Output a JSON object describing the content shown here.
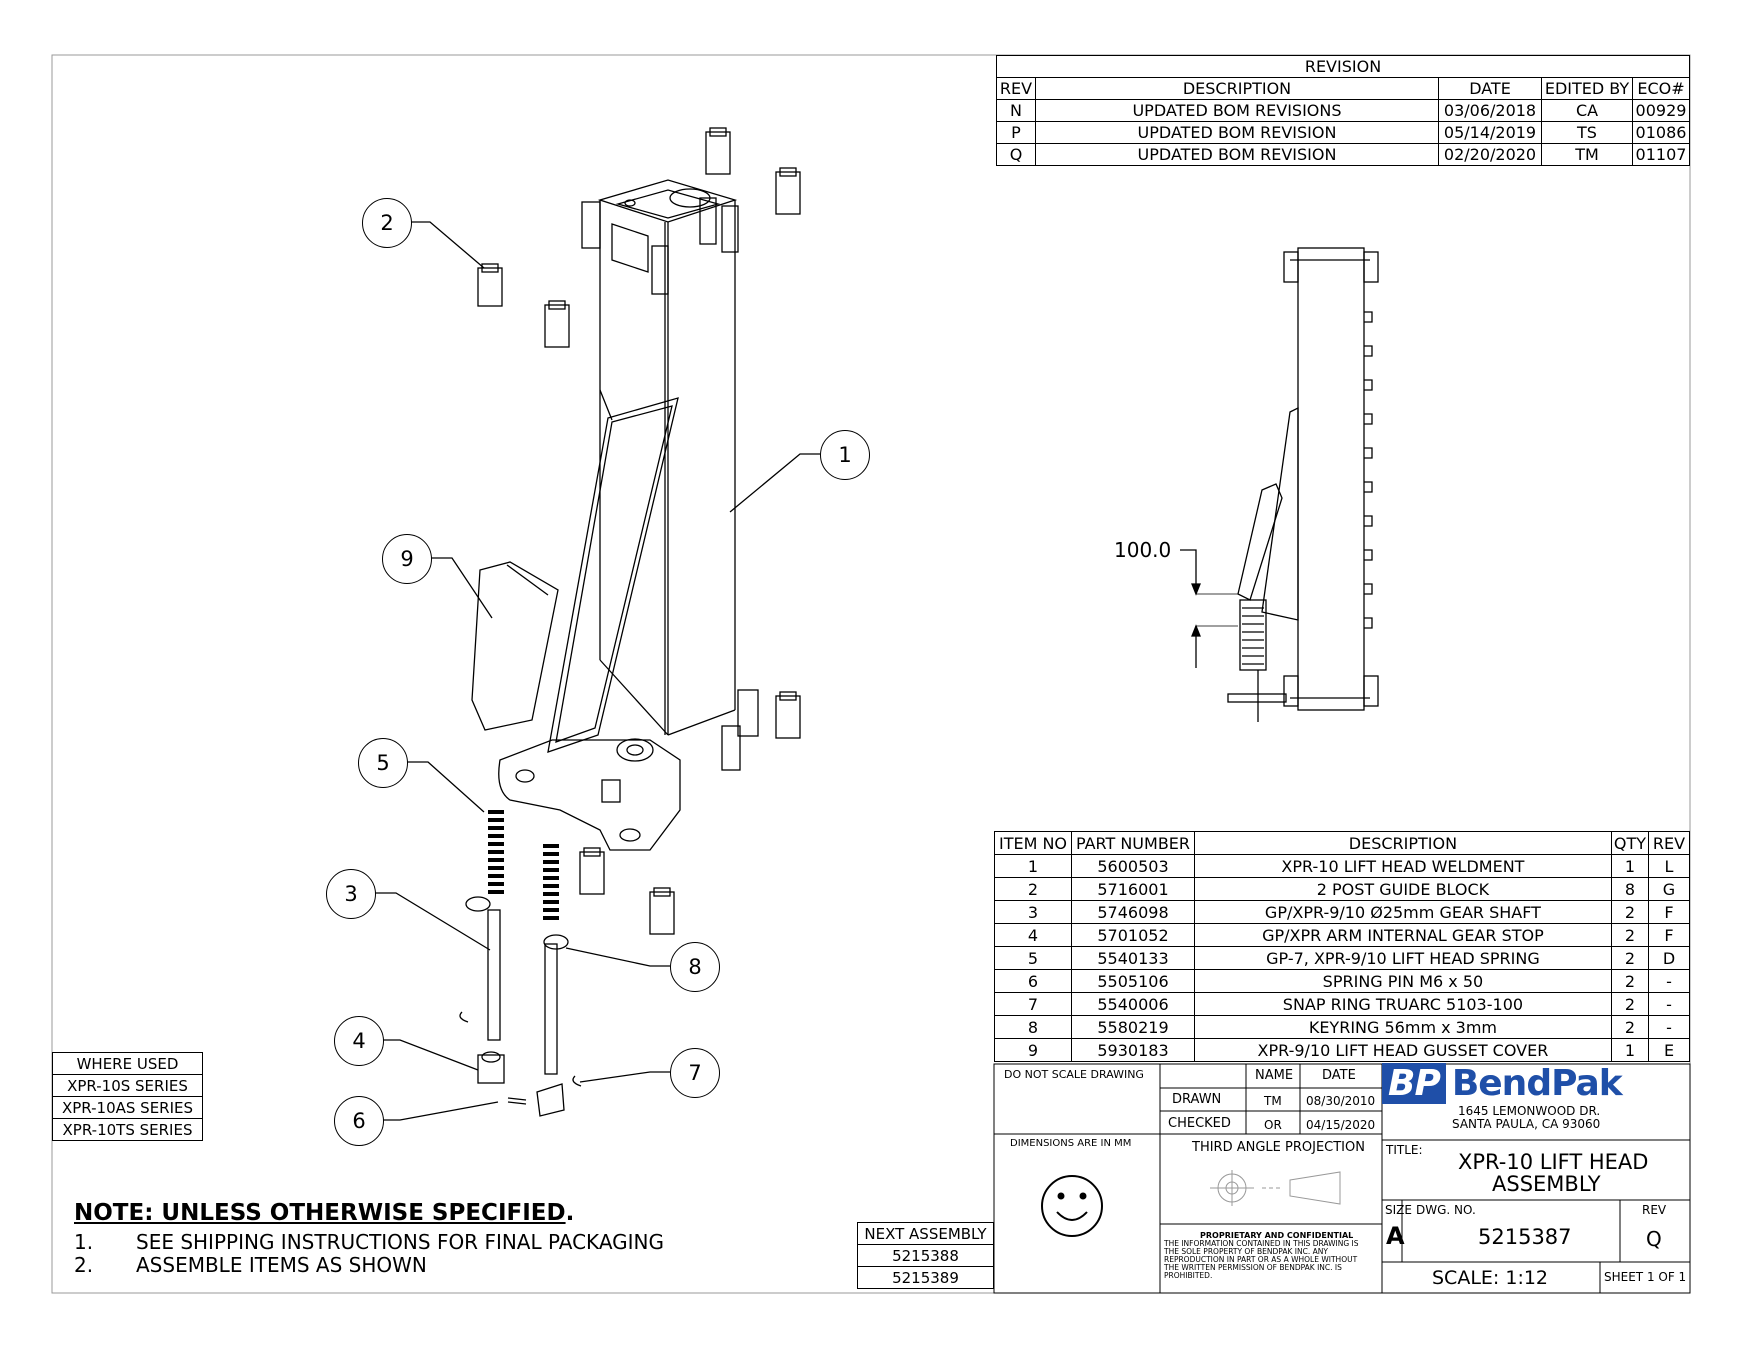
{
  "revision_table": {
    "title": "REVISION",
    "headers": [
      "REV",
      "DESCRIPTION",
      "DATE",
      "EDITED BY",
      "ECO#"
    ],
    "rows": [
      [
        "N",
        "UPDATED BOM REVISIONS",
        "03/06/2018",
        "CA",
        "00929"
      ],
      [
        "P",
        "UPDATED BOM REVISION",
        "05/14/2019",
        "TS",
        "01086"
      ],
      [
        "Q",
        "UPDATED BOM REVISION",
        "02/20/2020",
        "TM",
        "01107"
      ]
    ]
  },
  "bom_table": {
    "headers": [
      "ITEM NO",
      "PART NUMBER",
      "DESCRIPTION",
      "QTY",
      "REV"
    ],
    "rows": [
      [
        "1",
        "5600503",
        "XPR-10 LIFT HEAD WELDMENT",
        "1",
        "L"
      ],
      [
        "2",
        "5716001",
        "2 POST GUIDE BLOCK",
        "8",
        "G"
      ],
      [
        "3",
        "5746098",
        "GP/XPR-9/10 Ø25mm GEAR SHAFT",
        "2",
        "F"
      ],
      [
        "4",
        "5701052",
        "GP/XPR ARM INTERNAL GEAR STOP",
        "2",
        "F"
      ],
      [
        "5",
        "5540133",
        "GP-7, XPR-9/10 LIFT HEAD SPRING",
        "2",
        "D"
      ],
      [
        "6",
        "5505106",
        "SPRING PIN M6 x 50",
        "2",
        "-"
      ],
      [
        "7",
        "5540006",
        "SNAP RING TRUARC 5103-100",
        "2",
        "-"
      ],
      [
        "8",
        "5580219",
        "KEYRING 56mm x 3mm",
        "2",
        "-"
      ],
      [
        "9",
        "5930183",
        "XPR-9/10 LIFT HEAD GUSSET COVER",
        "1",
        "E"
      ]
    ]
  },
  "balloons": [
    "1",
    "2",
    "3",
    "4",
    "5",
    "6",
    "7",
    "8",
    "9"
  ],
  "dimension_label": "100.0",
  "where_used": {
    "title": "WHERE USED",
    "items": [
      "XPR-10S SERIES",
      "XPR-10AS SERIES",
      "XPR-10TS SERIES"
    ]
  },
  "next_assembly": {
    "title": "NEXT ASSEMBLY",
    "items": [
      "5215388",
      "5215389"
    ]
  },
  "notes": {
    "title": "NOTE: UNLESS OTHERWISE SPECIFIED",
    "title_suffix": ".",
    "items": [
      {
        "num": "1.",
        "text": "SEE SHIPPING INSTRUCTIONS FOR FINAL PACKAGING"
      },
      {
        "num": "2.",
        "text": "ASSEMBLE ITEMS AS SHOWN"
      }
    ]
  },
  "title_block": {
    "do_not_scale": "DO NOT SCALE DRAWING",
    "name_header": "NAME",
    "date_header": "DATE",
    "drawn_label": "DRAWN",
    "drawn_name": "TM",
    "drawn_date": "08/30/2010",
    "checked_label": "CHECKED",
    "checked_name": "OR",
    "checked_date": "04/15/2020",
    "dimensions_note": "DIMENSIONS ARE IN MM",
    "projection": "THIRD ANGLE PROJECTION",
    "proprietary_title": "PROPRIETARY AND CONFIDENTIAL",
    "proprietary_lines": [
      "THE INFORMATION CONTAINED IN THIS DRAWING IS",
      "THE SOLE PROPERTY OF BENDPAK INC. ANY",
      "REPRODUCTION IN PART OR AS A WHOLE WITHOUT",
      "THE WRITTEN PERMISSION OF BENDPAK INC. IS",
      "PROHIBITED."
    ],
    "company_logo_mark": "BP",
    "company_logo_text": "BendPak",
    "address_line1": "1645 LEMONWOOD DR.",
    "address_line2": "SANTA PAULA, CA 93060",
    "title_label": "TITLE:",
    "title_line1": "XPR-10 LIFT HEAD",
    "title_line2": "ASSEMBLY",
    "size_label": "SIZE",
    "size_value": "A",
    "dwg_no_label": "DWG.  NO.",
    "dwg_no_value": "5215387",
    "rev_label": "REV",
    "rev_value": "Q",
    "scale": "SCALE: 1:12",
    "sheet": "SHEET 1 OF 1"
  },
  "colors": {
    "line": "#000000",
    "brand_blue": "#1f4fa8"
  }
}
